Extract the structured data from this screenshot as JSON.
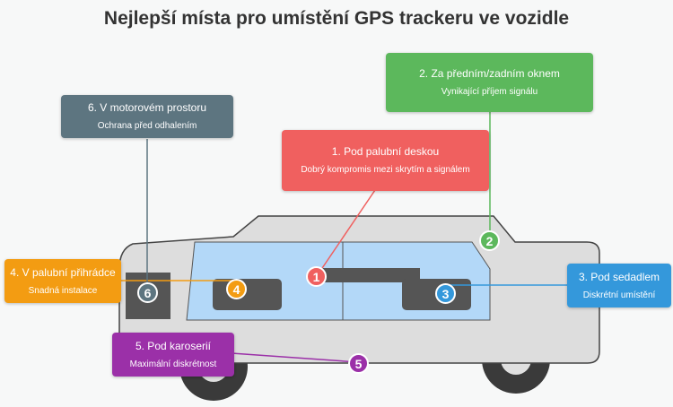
{
  "title": "Nejlepší místa pro umístění GPS trackeru ve vozidle",
  "locations": [
    {
      "number": "1",
      "title": "1. Pod palubní deskou",
      "description": "Dobrý kompromis mezi skrytím a signálem",
      "color": "#f0605f"
    },
    {
      "number": "2",
      "title": "2. Za předním/zadním oknem",
      "description": "Vynikající příjem signálu",
      "color": "#5cb85c"
    },
    {
      "number": "3",
      "title": "3. Pod sedadlem",
      "description": "Diskrétní umístění",
      "color": "#3498db"
    },
    {
      "number": "4",
      "title": "4. V palubní přihrádce",
      "description": "Snadná instalace",
      "color": "#f39c12"
    },
    {
      "number": "5",
      "title": "5. Pod karoserií",
      "description": "Maximální diskrétnost",
      "color": "#9b30a8"
    },
    {
      "number": "6",
      "title": "6. V motorovém prostoru",
      "description": "Ochrana před odhalením",
      "color": "#5d7580"
    }
  ]
}
